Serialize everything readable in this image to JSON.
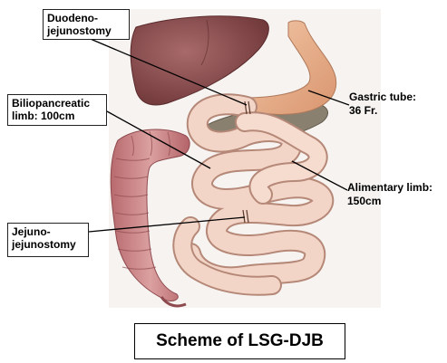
{
  "labels": {
    "duodeno": "Duodeno-\njejunostomy",
    "biliopancreatic": "Biliopancreatic\nlimb: 100cm",
    "gastric": "Gastric tube:\n36 Fr.",
    "alimentary": "Alimentary limb:\n150cm",
    "jejuno": "Jejuno-\njejunostomy"
  },
  "caption": "Scheme of LSG-DJB",
  "colors": {
    "liver": "#8a4a4c",
    "stomach": "#e8b493",
    "pancreas": "#8a8070",
    "small_bowel": "#f3d5c8",
    "colon": "#c87f82"
  }
}
